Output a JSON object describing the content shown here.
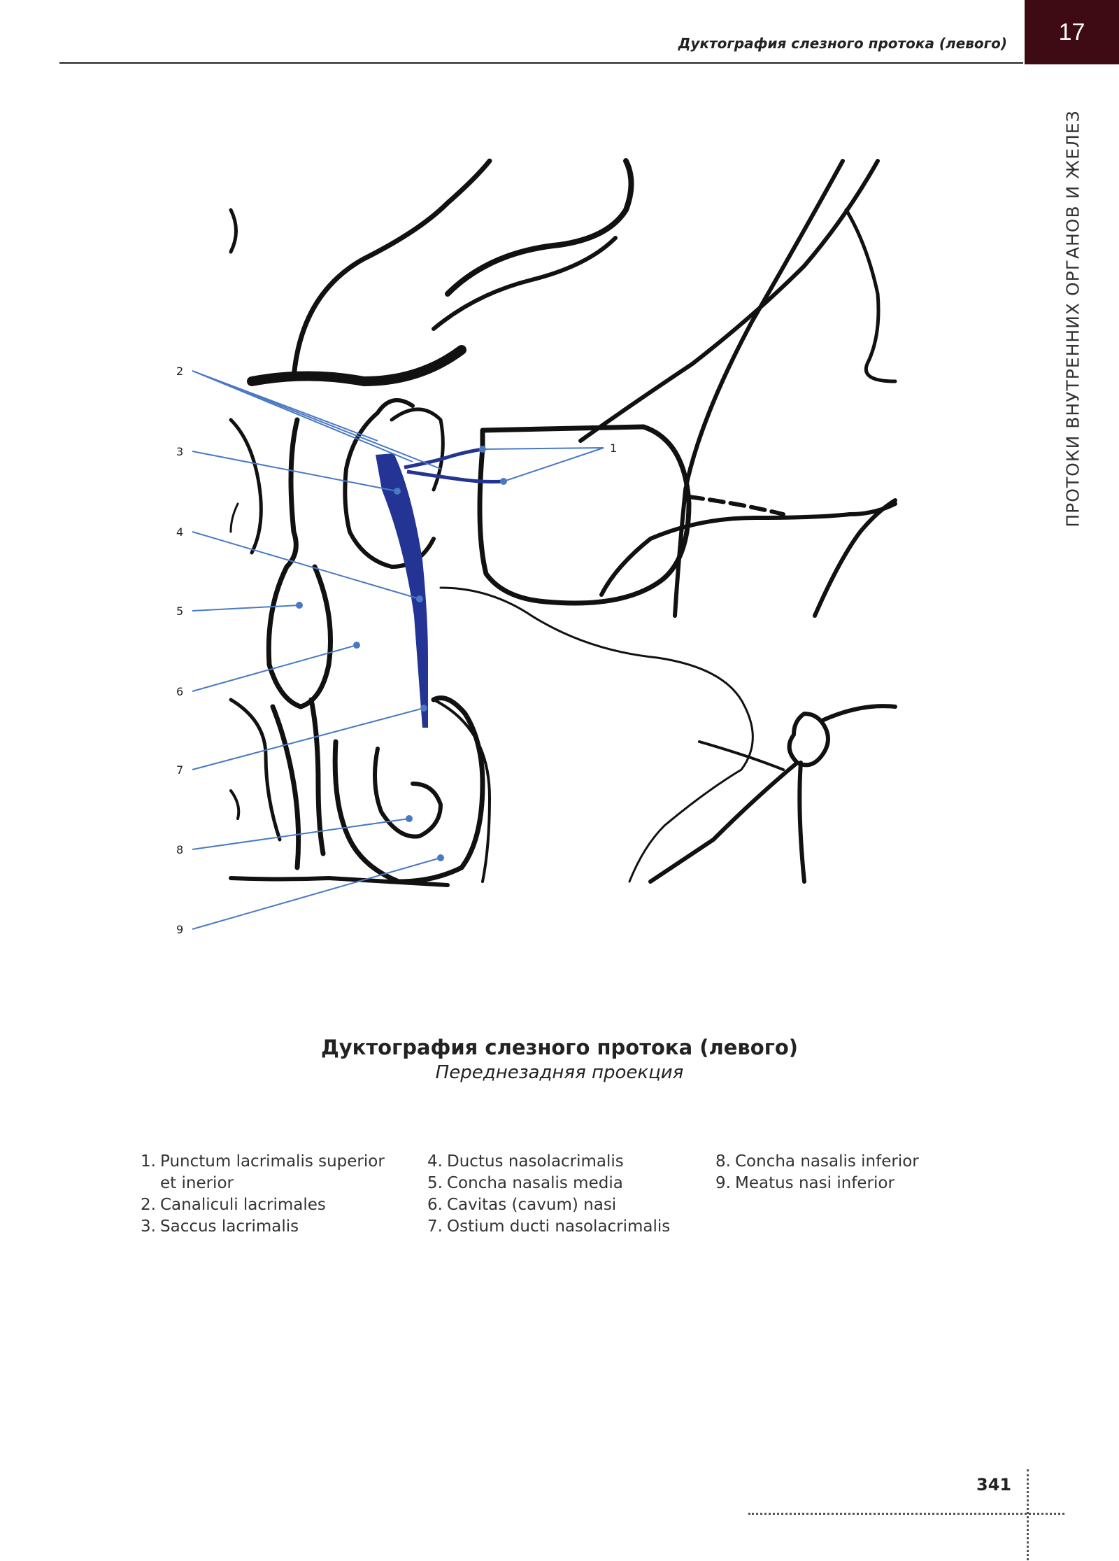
{
  "header": {
    "running_title": "Дуктография слезного протока (левого)",
    "chapter_number": "17",
    "chapter_title": "ПРОТОКИ ВНУТРЕННИХ ОРГАНОВ И ЖЕЛЕЗ",
    "chapter_tab_color": "#3e0a14"
  },
  "figure": {
    "duct_color": "#233494",
    "line_color": "#4a79c4",
    "callouts": [
      "1",
      "2",
      "3",
      "4",
      "5",
      "6",
      "7",
      "8",
      "9"
    ]
  },
  "caption": {
    "title": "Дуктография слезного протока (левого)",
    "subtitle": "Переднезадняя проекция"
  },
  "legend": {
    "columns": [
      [
        {
          "num": "1.",
          "text": "Punctum lacrimalis superior et inerior"
        },
        {
          "num": "2.",
          "text": "Canaliculi lacrimales"
        },
        {
          "num": "3.",
          "text": "Saccus lacrimalis"
        }
      ],
      [
        {
          "num": "4.",
          "text": "Ductus nasolacrimalis"
        },
        {
          "num": "5.",
          "text": "Concha nasalis media"
        },
        {
          "num": "6.",
          "text": "Cavitas (cavum) nasi"
        },
        {
          "num": "7.",
          "text": "Ostium ducti nasolacrimalis"
        }
      ],
      [
        {
          "num": "8.",
          "text": "Concha nasalis inferior"
        },
        {
          "num": "9.",
          "text": "Meatus nasi inferior"
        }
      ]
    ]
  },
  "footer": {
    "page_number": "341"
  }
}
